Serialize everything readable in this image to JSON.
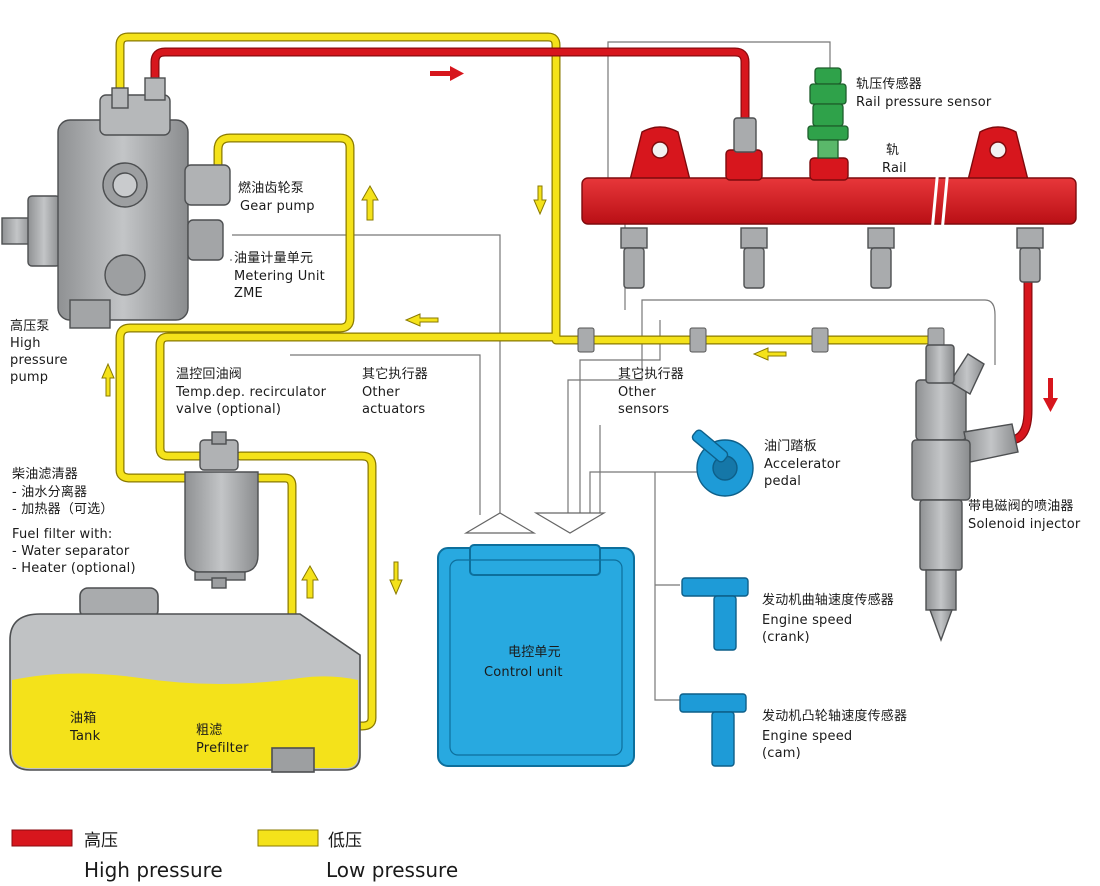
{
  "colors": {
    "high_pressure": "#d7161d",
    "low_pressure": "#f4e21a",
    "pipe_outline": "#8a7a00",
    "component_gray": "#a9abad",
    "control_unit": "#28a9e0",
    "sensor": "#1e9bd7",
    "rail_sensor": "#2fa24a",
    "wire": "#6d6d6d"
  },
  "labels": {
    "gear_pump_cn": "燃油齿轮泵",
    "gear_pump_en": "Gear  pump",
    "metering_cn": "油量计量单元",
    "metering_en": "Metering Unit\nZME",
    "hp_pump_cn": "高压泵",
    "hp_pump_en": "High\npressure\npump",
    "recirc_cn": "温控回油阀",
    "recirc_en": "Temp.dep. recirculator\nvalve (optional)",
    "actuators_cn": "其它执行器",
    "actuators_en": "Other\nactuators",
    "sensors_cn": "其它执行器",
    "sensors_en": "Other\nsensors",
    "rail_sensor_cn": "轨压传感器",
    "rail_sensor_en": "Rail pressure sensor",
    "rail_cn": "轨",
    "rail_en": "Rail",
    "pedal_cn": "油门踏板",
    "pedal_en": "Accelerator\npedal",
    "injector_cn": "带电磁阀的喷油器",
    "injector_en": "Solenoid injector",
    "filter_cn": "柴油滤清器",
    "filter_items": "- 油水分离器\n- 加热器（可选）",
    "filter_en": "Fuel filter with:\n- Water separator\n- Heater (optional)",
    "crank_cn": "发动机曲轴速度传感器",
    "crank_en": "Engine speed\n(crank)",
    "cam_cn": "发动机凸轮轴速度传感器",
    "cam_en": "Engine speed\n(cam)",
    "ecu_cn": "电控单元",
    "ecu_en": "Control unit",
    "tank_cn": "油箱",
    "tank_en": "Tank",
    "prefilter_cn": "粗滤",
    "prefilter_en": "Prefilter"
  },
  "legend": {
    "high_cn": "高压",
    "high_en": "High pressure",
    "low_cn": "低压",
    "low_en": "Low pressure"
  }
}
